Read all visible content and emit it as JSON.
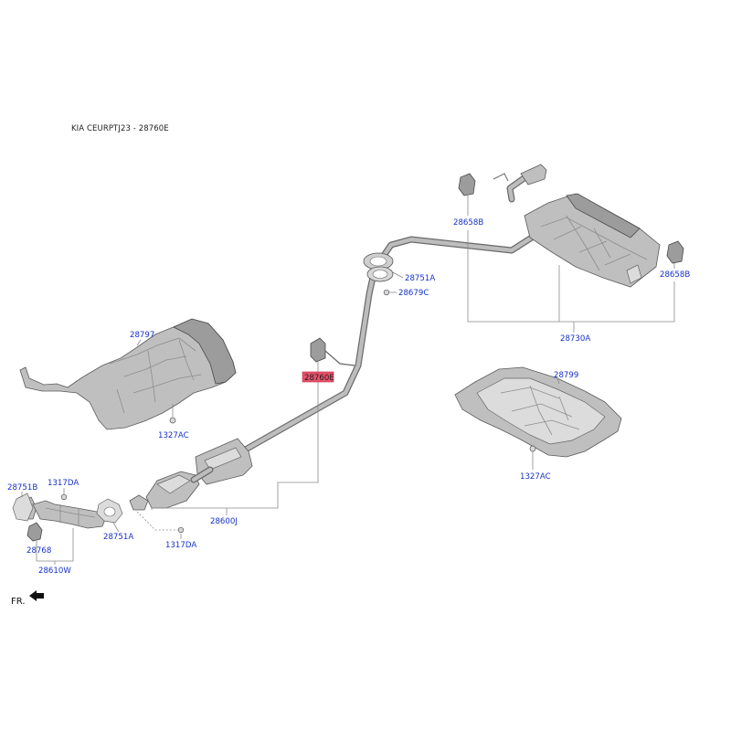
{
  "header": {
    "text": "KIA CEURPTJ23 - 28760E"
  },
  "labels": {
    "p28797": "28797",
    "p1327AC_left": "1327AC",
    "p28760E": "28760E",
    "p28751A_top": "28751A",
    "p28679C": "28679C",
    "p28658B_top": "28658B",
    "p28658B_right": "28658B",
    "p28730A": "28730A",
    "p28799": "28799",
    "p1327AC_right": "1327AC",
    "p28751B": "28751B",
    "p1317DA_top": "1317DA",
    "p28768": "28768",
    "p28610W": "28610W",
    "p28751A_bottom": "28751A",
    "p1317DA_bottom": "1317DA",
    "p28600J": "28600J"
  },
  "direction": {
    "label": "FR."
  },
  "colors": {
    "link": "#1530c8",
    "highlight": "#e8506a",
    "part": "#bfbfbf"
  }
}
